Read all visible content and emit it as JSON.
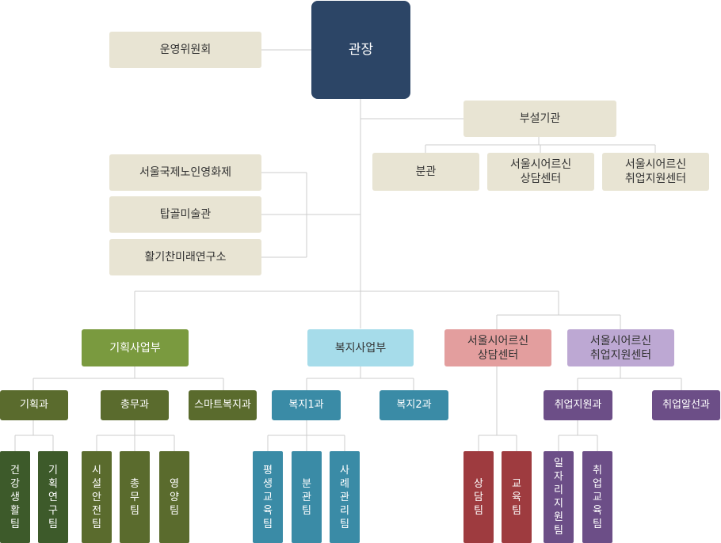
{
  "colors": {
    "top": "#2c4566",
    "beige": "#e8e4d3",
    "planning": "#7a9a3f",
    "planning_dark": "#5a6b2d",
    "planning_team": "#3d5a2a",
    "welfare": "#a6dcea",
    "welfare_team": "#3a8ba6",
    "senior_counsel": "#e39e9e",
    "senior_counsel_team": "#9e3b3f",
    "senior_job": "#bda8d3",
    "senior_job_team": "#6c4e87",
    "line": "#cccccc"
  },
  "top": {
    "label": "관장"
  },
  "committee": {
    "label": "운영위원회"
  },
  "affiliated": {
    "label": "부설기관",
    "children": [
      {
        "label": "분관"
      },
      {
        "label": "서울시어르신\n상담센터"
      },
      {
        "label": "서울시어르신\n취업지원센터"
      }
    ]
  },
  "programs": [
    {
      "label": "서울국제노인영화제"
    },
    {
      "label": "탑골미술관"
    },
    {
      "label": "활기찬미래연구소"
    }
  ],
  "departments": [
    {
      "label": "기획사업부"
    },
    {
      "label": "복지사업부"
    },
    {
      "label": "서울시어르신\n상담센터"
    },
    {
      "label": "서울시어르신\n취업지원센터"
    }
  ],
  "sections": [
    {
      "label": "기획과"
    },
    {
      "label": "총무과"
    },
    {
      "label": "스마트복지과"
    },
    {
      "label": "복지1과"
    },
    {
      "label": "복지2과"
    },
    {
      "label": "취업지원과"
    },
    {
      "label": "취업알선과"
    }
  ],
  "teams": [
    {
      "label": "건강생활팀"
    },
    {
      "label": "기획연구팀"
    },
    {
      "label": "시설안전팀"
    },
    {
      "label": "총무팀"
    },
    {
      "label": "영양팀"
    },
    {
      "label": "평생교육팀"
    },
    {
      "label": "분관팀"
    },
    {
      "label": "사례관리팀"
    },
    {
      "label": "상담팀"
    },
    {
      "label": "교육팀"
    },
    {
      "label": "일자리지원팀"
    },
    {
      "label": "취업교육팀"
    }
  ]
}
